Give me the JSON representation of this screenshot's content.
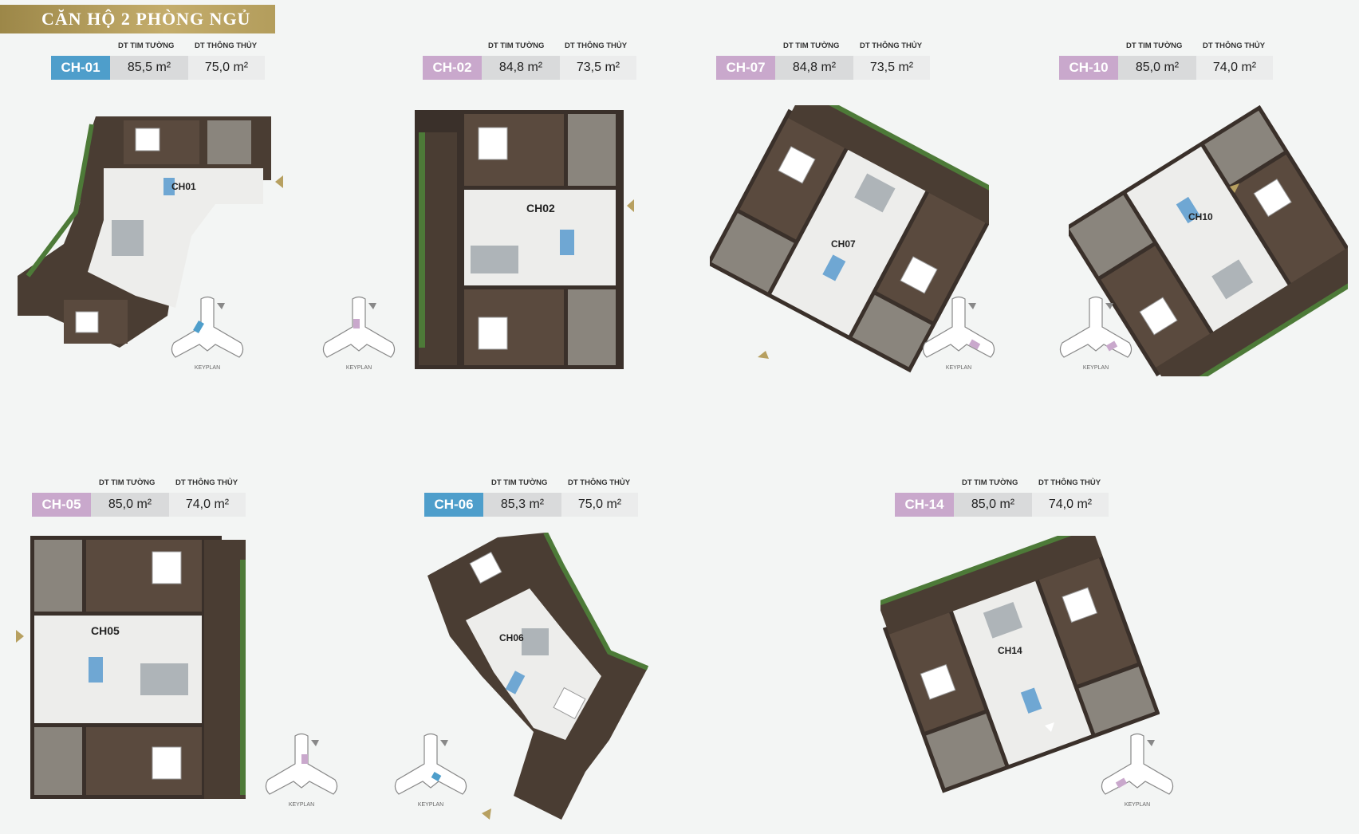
{
  "title": "CĂN HỘ 2 PHÒNG NGỦ",
  "column_headers": {
    "wall_center": "DT TIM TƯỜNG",
    "clear_area": "DT THÔNG THỦY"
  },
  "colors": {
    "blue": "#4e9ecb",
    "purple": "#c9a8cc",
    "gold": "#b7a060",
    "wood": "#4a3d33",
    "floor": "#ededeb",
    "green": "#4d7a38"
  },
  "units": [
    {
      "code": "CH-01",
      "wall_area": "85,5 m²",
      "clear_area": "75,0 m²",
      "plan_label": "CH01",
      "keyplan": "KEYPLAN",
      "accent": "blue"
    },
    {
      "code": "CH-02",
      "wall_area": "84,8 m²",
      "clear_area": "73,5 m²",
      "plan_label": "CH02",
      "keyplan": "KEYPLAN",
      "accent": "purple"
    },
    {
      "code": "CH-07",
      "wall_area": "84,8 m²",
      "clear_area": "73,5 m²",
      "plan_label": "CH07",
      "keyplan": "KEYPLAN",
      "accent": "purple"
    },
    {
      "code": "CH-10",
      "wall_area": "85,0 m²",
      "clear_area": "74,0 m²",
      "plan_label": "CH10",
      "keyplan": "KEYPLAN",
      "accent": "purple"
    },
    {
      "code": "CH-05",
      "wall_area": "85,0 m²",
      "clear_area": "74,0 m²",
      "plan_label": "CH05",
      "keyplan": "KEYPLAN",
      "accent": "purple"
    },
    {
      "code": "CH-06",
      "wall_area": "85,3 m²",
      "clear_area": "75,0 m²",
      "plan_label": "CH06",
      "keyplan": "KEYPLAN",
      "accent": "blue"
    },
    {
      "code": "CH-14",
      "wall_area": "85,0 m²",
      "clear_area": "74,0 m²",
      "plan_label": "CH14",
      "keyplan": "KEYPLAN",
      "accent": "purple"
    }
  ]
}
